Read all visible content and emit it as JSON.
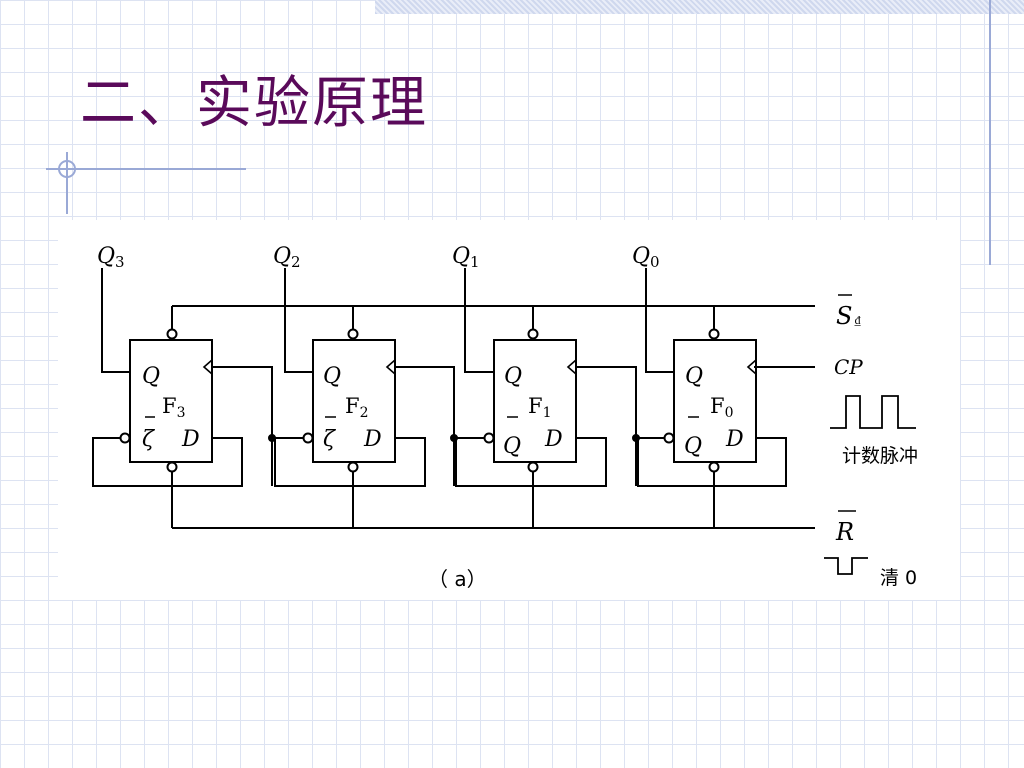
{
  "slide": {
    "title": "二、实验原理"
  },
  "diagram": {
    "outputs": [
      {
        "letter": "Q",
        "sub": "3"
      },
      {
        "letter": "Q",
        "sub": "2"
      },
      {
        "letter": "Q",
        "sub": "1"
      },
      {
        "letter": "Q",
        "sub": "0"
      }
    ],
    "flipflops": [
      {
        "name": "F",
        "sub": "3",
        "q_label": "Q",
        "d_label": "D",
        "qbar_label": "ζ"
      },
      {
        "name": "F",
        "sub": "2",
        "q_label": "Q",
        "d_label": "D",
        "qbar_label": "ζ"
      },
      {
        "name": "F",
        "sub": "1",
        "q_label": "Q",
        "d_label": "D",
        "qbar_label": "Q"
      },
      {
        "name": "F",
        "sub": "0",
        "q_label": "Q",
        "d_label": "D",
        "qbar_label": "Q"
      }
    ],
    "set_label": "S",
    "set_label_trail": "₫",
    "clock_label": "CP",
    "clock_caption": "计数脉冲",
    "reset_label": "R",
    "reset_caption": "清 0",
    "figure_caption": "（ a）"
  },
  "colors": {
    "title": "#5a0a5a",
    "grid": "#dde3f2",
    "rule": "#9aa9d6",
    "ink": "#000000"
  }
}
